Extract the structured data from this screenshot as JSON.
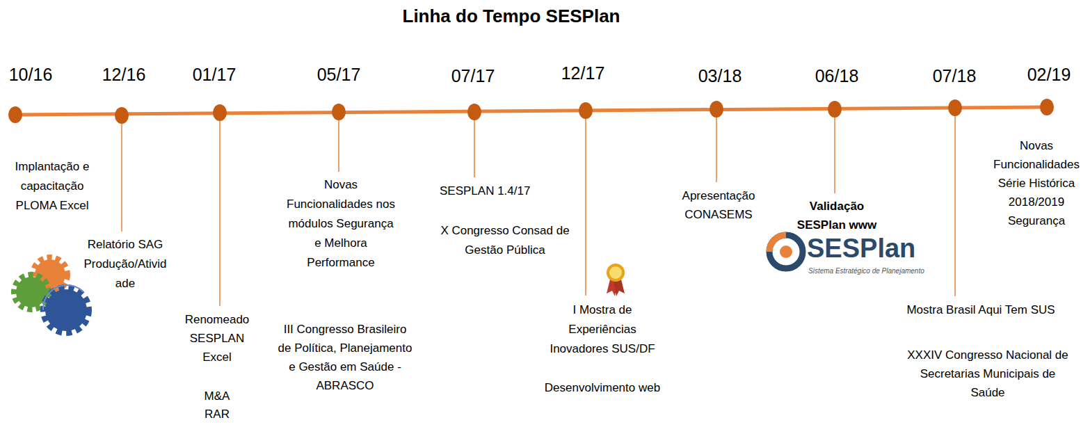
{
  "diagram": {
    "title": "Linha do Tempo SESPlan",
    "labels": [
      "10/16",
      "Implantação e capacitação PLOMA Excel",
      "12/16",
      "Relatório SAG Produção/Atividade",
      "01/17",
      "Renomeado SESPLAN Excel",
      "M&A RAR",
      "05/17",
      "Novas Funcionalidades nos módulos Segurança e Melhora Performance",
      "III Congresso Brasileiro de Política, Planejamento e Gestão em Saúde - ABRASCO",
      "07/17",
      "SESPLAN 1.4/17",
      "X Congresso Consad de Gestão Pública",
      "12/17",
      "I Mostra de Experiências Inovadores SUS/DF",
      "Desenvolvimento web",
      "03/18",
      "Apresentação CONASEMS",
      "06/18",
      "Validação SESPlan www",
      "SESPlan",
      "Sistema Estratégico de Planejamento",
      "07/18",
      "Mostra Brasil Aqui Tem SUS",
      "XXXIV Congresso Nacional de Secretarias Municipais de Saúde",
      "02/19",
      "Novas Funcionalidades Série Histórica 2018/2019 Segurança"
    ]
  }
}
